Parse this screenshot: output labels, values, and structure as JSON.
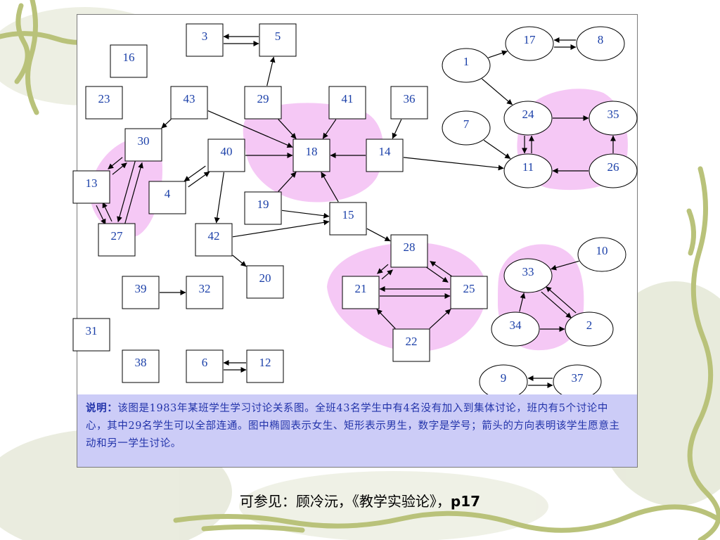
{
  "colors": {
    "node_stroke": "#000000",
    "node_text": "#1a3fa8",
    "group_highlight": "#f5c8f5",
    "note_background": "#ccccf7",
    "note_text": "#2233aa"
  },
  "legend_shapes": {
    "rect": "boy",
    "ellipse": "girl"
  },
  "nodes": [
    {
      "id": "3",
      "shape": "rect"
    },
    {
      "id": "5",
      "shape": "rect"
    },
    {
      "id": "16",
      "shape": "rect"
    },
    {
      "id": "23",
      "shape": "rect"
    },
    {
      "id": "43",
      "shape": "rect"
    },
    {
      "id": "29",
      "shape": "rect"
    },
    {
      "id": "41",
      "shape": "rect"
    },
    {
      "id": "36",
      "shape": "rect"
    },
    {
      "id": "30",
      "shape": "rect"
    },
    {
      "id": "40",
      "shape": "rect"
    },
    {
      "id": "18",
      "shape": "rect"
    },
    {
      "id": "14",
      "shape": "rect"
    },
    {
      "id": "13",
      "shape": "rect"
    },
    {
      "id": "4",
      "shape": "rect"
    },
    {
      "id": "19",
      "shape": "rect"
    },
    {
      "id": "15",
      "shape": "rect"
    },
    {
      "id": "27",
      "shape": "rect"
    },
    {
      "id": "42",
      "shape": "rect"
    },
    {
      "id": "28",
      "shape": "rect"
    },
    {
      "id": "20",
      "shape": "rect"
    },
    {
      "id": "39",
      "shape": "rect"
    },
    {
      "id": "32",
      "shape": "rect"
    },
    {
      "id": "21",
      "shape": "rect"
    },
    {
      "id": "25",
      "shape": "rect"
    },
    {
      "id": "31",
      "shape": "rect"
    },
    {
      "id": "22",
      "shape": "rect"
    },
    {
      "id": "38",
      "shape": "rect"
    },
    {
      "id": "6",
      "shape": "rect"
    },
    {
      "id": "12",
      "shape": "rect"
    },
    {
      "id": "17",
      "shape": "ellipse"
    },
    {
      "id": "8",
      "shape": "ellipse"
    },
    {
      "id": "1",
      "shape": "ellipse"
    },
    {
      "id": "24",
      "shape": "ellipse"
    },
    {
      "id": "35",
      "shape": "ellipse"
    },
    {
      "id": "7",
      "shape": "ellipse"
    },
    {
      "id": "11",
      "shape": "ellipse"
    },
    {
      "id": "26",
      "shape": "ellipse"
    },
    {
      "id": "10",
      "shape": "ellipse"
    },
    {
      "id": "33",
      "shape": "ellipse"
    },
    {
      "id": "34",
      "shape": "ellipse"
    },
    {
      "id": "2",
      "shape": "ellipse"
    },
    {
      "id": "9",
      "shape": "ellipse"
    },
    {
      "id": "37",
      "shape": "ellipse"
    }
  ],
  "edges": [
    {
      "from": "3",
      "to": "5"
    },
    {
      "from": "5",
      "to": "3"
    },
    {
      "from": "29",
      "to": "5"
    },
    {
      "from": "43",
      "to": "30"
    },
    {
      "from": "43",
      "to": "18"
    },
    {
      "from": "29",
      "to": "18"
    },
    {
      "from": "41",
      "to": "18"
    },
    {
      "from": "36",
      "to": "14"
    },
    {
      "from": "14",
      "to": "18"
    },
    {
      "from": "40",
      "to": "18"
    },
    {
      "from": "19",
      "to": "18"
    },
    {
      "from": "15",
      "to": "18"
    },
    {
      "from": "14",
      "to": "11"
    },
    {
      "from": "1",
      "to": "17"
    },
    {
      "from": "17",
      "to": "8"
    },
    {
      "from": "8",
      "to": "17"
    },
    {
      "from": "1",
      "to": "24"
    },
    {
      "from": "24",
      "to": "35"
    },
    {
      "from": "24",
      "to": "11"
    },
    {
      "from": "11",
      "to": "24"
    },
    {
      "from": "7",
      "to": "11"
    },
    {
      "from": "26",
      "to": "11"
    },
    {
      "from": "26",
      "to": "35"
    },
    {
      "from": "30",
      "to": "13"
    },
    {
      "from": "13",
      "to": "30"
    },
    {
      "from": "13",
      "to": "27"
    },
    {
      "from": "27",
      "to": "13"
    },
    {
      "from": "27",
      "to": "30"
    },
    {
      "from": "30",
      "to": "27"
    },
    {
      "from": "4",
      "to": "40"
    },
    {
      "from": "40",
      "to": "4"
    },
    {
      "from": "40",
      "to": "42"
    },
    {
      "from": "19",
      "to": "15"
    },
    {
      "from": "42",
      "to": "15"
    },
    {
      "from": "42",
      "to": "20"
    },
    {
      "from": "15",
      "to": "28"
    },
    {
      "from": "21",
      "to": "28"
    },
    {
      "from": "28",
      "to": "21"
    },
    {
      "from": "28",
      "to": "25"
    },
    {
      "from": "25",
      "to": "28"
    },
    {
      "from": "21",
      "to": "25"
    },
    {
      "from": "25",
      "to": "21"
    },
    {
      "from": "22",
      "to": "21"
    },
    {
      "from": "22",
      "to": "25"
    },
    {
      "from": "39",
      "to": "32"
    },
    {
      "from": "6",
      "to": "12"
    },
    {
      "from": "12",
      "to": "6"
    },
    {
      "from": "10",
      "to": "33"
    },
    {
      "from": "33",
      "to": "2"
    },
    {
      "from": "2",
      "to": "33"
    },
    {
      "from": "34",
      "to": "33"
    },
    {
      "from": "34",
      "to": "2"
    },
    {
      "from": "9",
      "to": "37"
    },
    {
      "from": "37",
      "to": "9"
    }
  ],
  "note": {
    "label": "说明：",
    "text": "该图是1983年某班学生学习讨论关系图。全班43名学生中有4名没有加入到集体讨论，班内有5个讨论中心，其中29名学生可以全部连通。图中椭圆表示女生、矩形表示男生，数字是学号；箭头的方向表明该学生愿意主动和另一学生讨论。"
  },
  "reference": {
    "text": "可参见：顾冷沅，《教学实验论》，",
    "page": "p17"
  }
}
